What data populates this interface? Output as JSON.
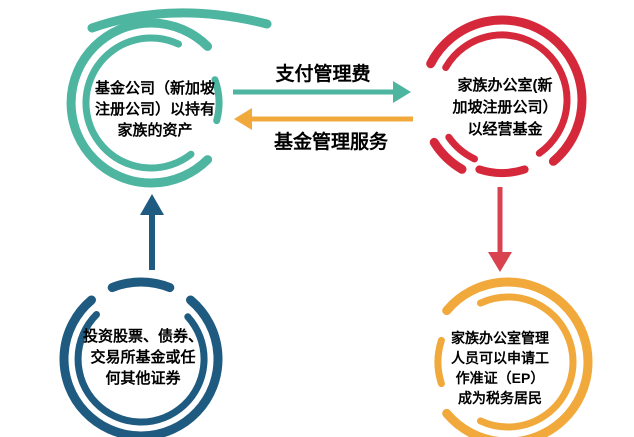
{
  "colors": {
    "teal": "#4DB5A0",
    "red": "#D5293B",
    "red_arrow": "#D94350",
    "blue": "#1F5B80",
    "yellow": "#F1A93C",
    "text": "#000000"
  },
  "nodes": {
    "fund_company": {
      "lines": [
        "基金公司（新加坡",
        "注册公司）以持有",
        "家族的资产"
      ]
    },
    "family_office": {
      "lines": [
        "家族办公室(新",
        "加坡注册公司）",
        "以经营基金"
      ]
    },
    "investments": {
      "lines": [
        "投资股票、债券、",
        "交易所基金或任",
        "何其他证券"
      ]
    },
    "employment_pass": {
      "lines": [
        "家族办公室管理",
        "人员可以申请工",
        "作准证（EP）",
        "成为税务居民"
      ]
    }
  },
  "arrows": {
    "pay_management_fee": {
      "label": "支付管理费",
      "direction": "left-to-right"
    },
    "fund_management_service": {
      "label": "基金管理服务",
      "direction": "right-to-left"
    },
    "invest_flow": {
      "direction": "bottom-to-top"
    },
    "ep_flow": {
      "direction": "top-to-bottom"
    }
  }
}
